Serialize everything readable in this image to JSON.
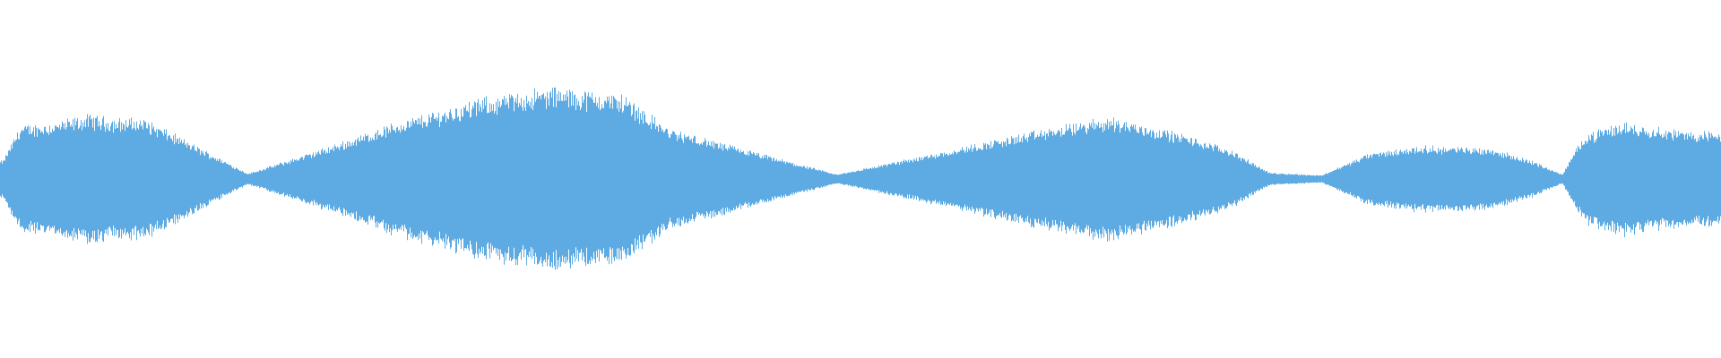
{
  "waveform": {
    "color": "#5dabe2",
    "background": "#ffffff",
    "duration_fraction_segments": [
      {
        "start": 0.0,
        "end": 0.003,
        "level": 0.2
      },
      {
        "start": 0.003,
        "end": 0.02,
        "level": 0.58
      },
      {
        "start": 0.02,
        "end": 0.045,
        "level": 0.62
      },
      {
        "start": 0.045,
        "end": 0.058,
        "level": 0.7
      },
      {
        "start": 0.058,
        "end": 0.075,
        "level": 0.66
      },
      {
        "start": 0.075,
        "end": 0.092,
        "level": 0.66
      },
      {
        "start": 0.092,
        "end": 0.098,
        "level": 0.55
      },
      {
        "start": 0.098,
        "end": 0.19,
        "level": 0.06
      },
      {
        "start": 0.19,
        "end": 0.2,
        "level": 0.38
      },
      {
        "start": 0.2,
        "end": 0.26,
        "level": 0.62
      },
      {
        "start": 0.26,
        "end": 0.3,
        "level": 0.88
      },
      {
        "start": 0.3,
        "end": 0.34,
        "level": 1.0
      },
      {
        "start": 0.34,
        "end": 0.385,
        "level": 0.92
      },
      {
        "start": 0.385,
        "end": 0.392,
        "level": 0.55
      },
      {
        "start": 0.392,
        "end": 0.58,
        "level": 0.05
      },
      {
        "start": 0.58,
        "end": 0.62,
        "level": 0.52
      },
      {
        "start": 0.62,
        "end": 0.67,
        "level": 0.68
      },
      {
        "start": 0.67,
        "end": 0.7,
        "level": 0.5
      },
      {
        "start": 0.7,
        "end": 0.73,
        "level": 0.32
      },
      {
        "start": 0.73,
        "end": 0.745,
        "level": 0.07
      },
      {
        "start": 0.745,
        "end": 0.79,
        "level": 0.04
      },
      {
        "start": 0.79,
        "end": 0.8,
        "level": 0.28
      },
      {
        "start": 0.8,
        "end": 0.85,
        "level": 0.36
      },
      {
        "start": 0.85,
        "end": 0.88,
        "level": 0.34
      },
      {
        "start": 0.88,
        "end": 0.9,
        "level": 0.2
      },
      {
        "start": 0.9,
        "end": 0.915,
        "level": 0.05
      },
      {
        "start": 0.915,
        "end": 0.925,
        "level": 0.48
      },
      {
        "start": 0.925,
        "end": 0.96,
        "level": 0.62
      },
      {
        "start": 0.96,
        "end": 1.0,
        "level": 0.52
      }
    ]
  }
}
